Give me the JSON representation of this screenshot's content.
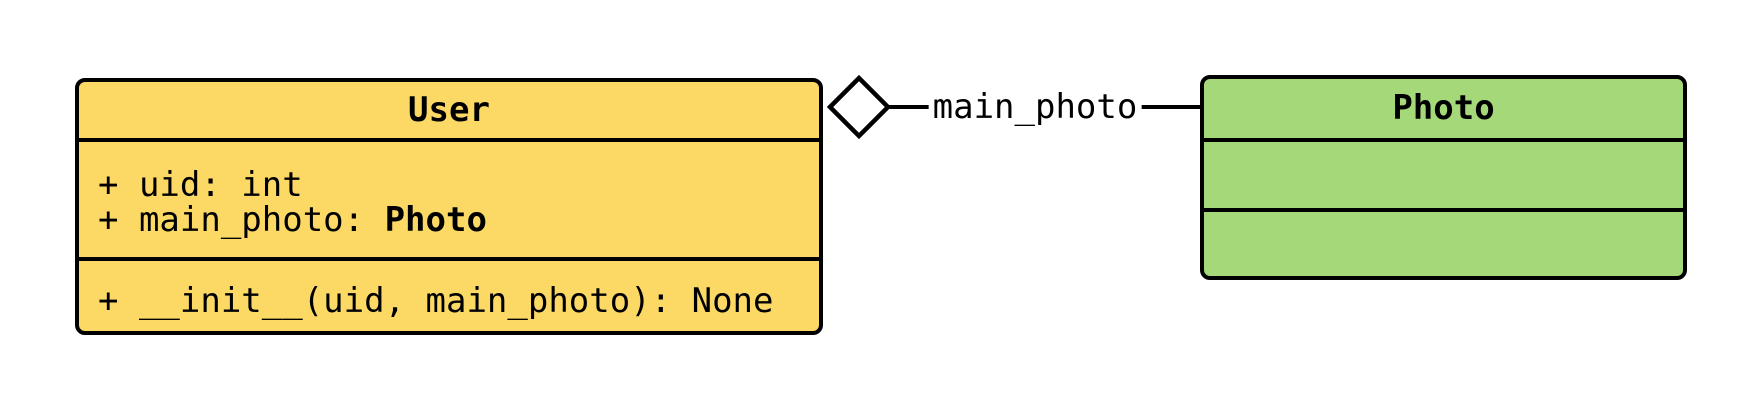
{
  "diagram_type": "UML class diagram",
  "colors": {
    "user_fill": "#FCD965",
    "photo_fill": "#A4D878",
    "stroke": "#000000",
    "background": "#FFFFFF"
  },
  "user_class": {
    "title": "User",
    "attributes": [
      {
        "text": "+ uid: int",
        "bold": ""
      },
      {
        "text": "+ main_photo: ",
        "bold": "Photo"
      }
    ],
    "methods": [
      {
        "text": "+ __init__(uid, main_photo): None"
      }
    ]
  },
  "photo_class": {
    "title": "Photo",
    "attributes": [],
    "methods": []
  },
  "relation": {
    "label": "main_photo",
    "type": "aggregation",
    "diamond_side": "User",
    "target": "Photo"
  }
}
